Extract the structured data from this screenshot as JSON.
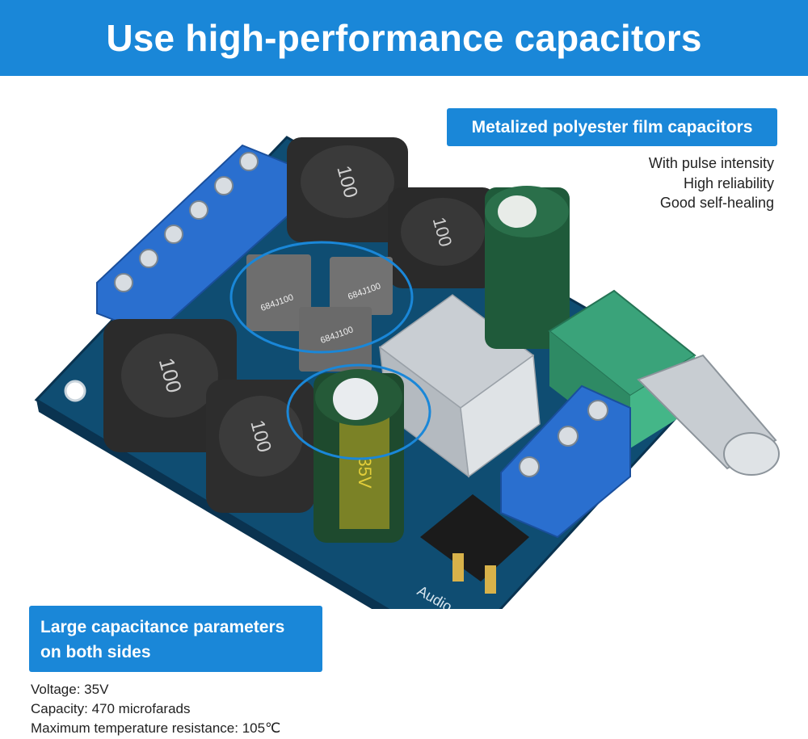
{
  "header": {
    "title": "Use high-performance capacitors"
  },
  "film_section": {
    "label": "Metalized polyester film capacitors",
    "features": [
      "With pulse intensity",
      "High reliability",
      "Good self-healing"
    ]
  },
  "electrolytic_section": {
    "label_lines": [
      "Large capacitance parameters",
      "on both sides"
    ],
    "specs": [
      "Voltage: 35V",
      "Capacity: 470 microfarads",
      "Maximum temperature resistance: 105℃"
    ]
  },
  "board": {
    "inductor_marking": "100",
    "film_cap_marking": "684J100",
    "electrolytic_voltage": "35V",
    "silkscreen_audio": "Audio"
  },
  "colors": {
    "accent": "#1a87d8",
    "pcb": "#0f4d72",
    "terminal": "#2a6fcf",
    "potentiometer": "#3aa37a",
    "electrolytic_green": "#1f5a3a",
    "electrolytic_yellow": "#c8b020"
  }
}
